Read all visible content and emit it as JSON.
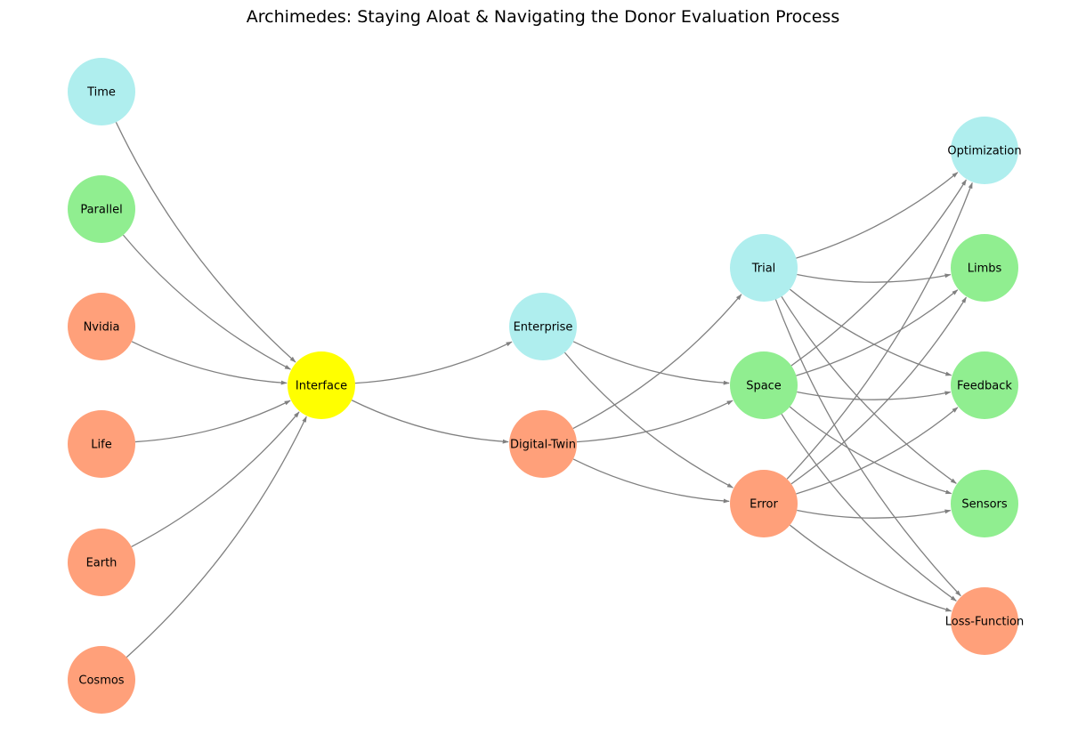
{
  "title": "Archimedes: Staying Aloat & Navigating the Donor Evaluation Process",
  "colors": {
    "salmon": "#ffa07a",
    "green": "#90ee90",
    "cyan": "#afeeee",
    "yellow": "#ffff00",
    "edge": "#808080"
  },
  "nodes": [
    {
      "id": "time",
      "label": "Time",
      "color": "cyan",
      "layer": 0
    },
    {
      "id": "parallel",
      "label": "Parallel",
      "color": "green",
      "layer": 0
    },
    {
      "id": "nvidia",
      "label": "Nvidia",
      "color": "salmon",
      "layer": 0
    },
    {
      "id": "life",
      "label": "Life",
      "color": "salmon",
      "layer": 0
    },
    {
      "id": "earth",
      "label": "Earth",
      "color": "salmon",
      "layer": 0
    },
    {
      "id": "cosmos",
      "label": "Cosmos",
      "color": "salmon",
      "layer": 0
    },
    {
      "id": "interface",
      "label": "Interface",
      "color": "yellow",
      "layer": 1
    },
    {
      "id": "enterprise",
      "label": "Enterprise",
      "color": "cyan",
      "layer": 2
    },
    {
      "id": "digital-twin",
      "label": "Digital-Twin",
      "color": "salmon",
      "layer": 2
    },
    {
      "id": "trial",
      "label": "Trial",
      "color": "cyan",
      "layer": 3
    },
    {
      "id": "space",
      "label": "Space",
      "color": "green",
      "layer": 3
    },
    {
      "id": "error",
      "label": "Error",
      "color": "salmon",
      "layer": 3
    },
    {
      "id": "optimization",
      "label": "Optimization",
      "color": "cyan",
      "layer": 4
    },
    {
      "id": "limbs",
      "label": "Limbs",
      "color": "green",
      "layer": 4
    },
    {
      "id": "feedback",
      "label": "Feedback",
      "color": "green",
      "layer": 4
    },
    {
      "id": "sensors",
      "label": "Sensors",
      "color": "green",
      "layer": 4
    },
    {
      "id": "loss-function",
      "label": "Loss-Function",
      "color": "salmon",
      "layer": 4
    }
  ],
  "edges": [
    [
      "time",
      "interface"
    ],
    [
      "parallel",
      "interface"
    ],
    [
      "nvidia",
      "interface"
    ],
    [
      "life",
      "interface"
    ],
    [
      "earth",
      "interface"
    ],
    [
      "cosmos",
      "interface"
    ],
    [
      "interface",
      "enterprise"
    ],
    [
      "interface",
      "digital-twin"
    ],
    [
      "enterprise",
      "space"
    ],
    [
      "enterprise",
      "error"
    ],
    [
      "digital-twin",
      "trial"
    ],
    [
      "digital-twin",
      "space"
    ],
    [
      "digital-twin",
      "error"
    ],
    [
      "trial",
      "optimization"
    ],
    [
      "trial",
      "limbs"
    ],
    [
      "trial",
      "feedback"
    ],
    [
      "trial",
      "sensors"
    ],
    [
      "trial",
      "loss-function"
    ],
    [
      "space",
      "optimization"
    ],
    [
      "space",
      "limbs"
    ],
    [
      "space",
      "feedback"
    ],
    [
      "space",
      "sensors"
    ],
    [
      "space",
      "loss-function"
    ],
    [
      "error",
      "optimization"
    ],
    [
      "error",
      "limbs"
    ],
    [
      "error",
      "feedback"
    ],
    [
      "error",
      "sensors"
    ],
    [
      "error",
      "loss-function"
    ]
  ]
}
